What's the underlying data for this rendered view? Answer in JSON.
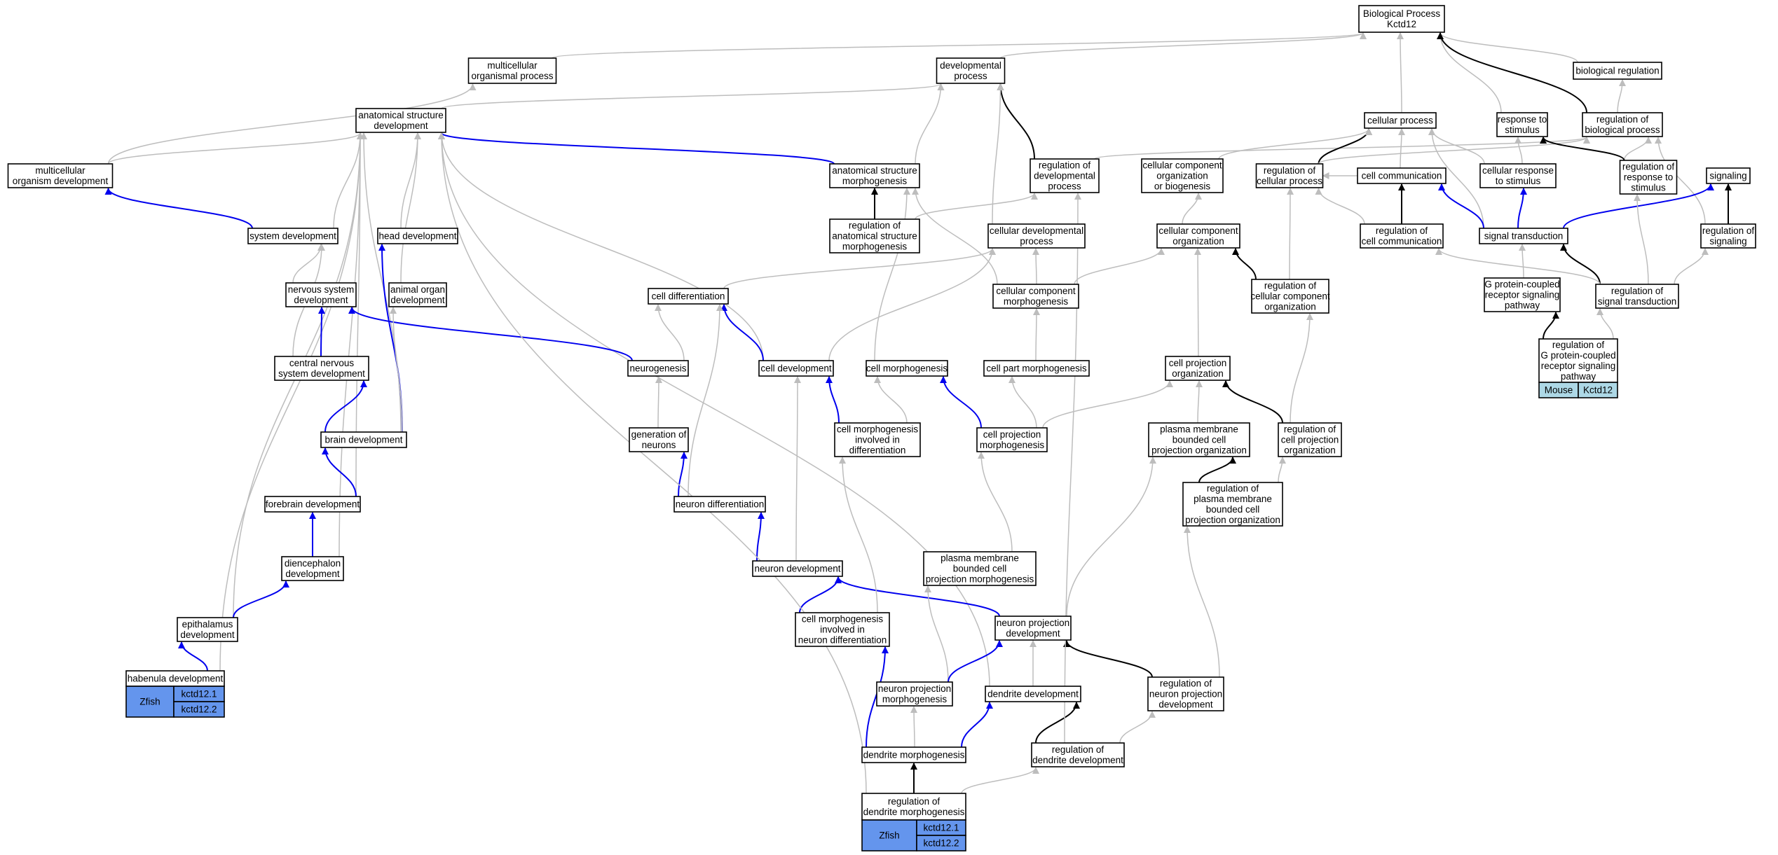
{
  "colors": {
    "gray": "#bdbdbd",
    "black": "#000000",
    "blue": "#0000ee",
    "zfish_fill": "#6495ed",
    "mouse_fill": "#add8e6"
  },
  "nodes": {
    "bp": {
      "lines": [
        "Biological Process",
        "Kctd12"
      ]
    },
    "mop": {
      "lines": [
        "multicellular",
        "organismal process"
      ]
    },
    "devp": {
      "lines": [
        "developmental",
        "process"
      ]
    },
    "breg": {
      "lines": [
        "biological regulation"
      ]
    },
    "asd": {
      "lines": [
        "anatomical structure",
        "development"
      ]
    },
    "cp": {
      "lines": [
        "cellular process"
      ]
    },
    "rts": {
      "lines": [
        "response to",
        "stimulus"
      ]
    },
    "rbp": {
      "lines": [
        "regulation of",
        "biological process"
      ]
    },
    "mod": {
      "lines": [
        "multicellular",
        "organism development"
      ]
    },
    "asm": {
      "lines": [
        "anatomical structure",
        "morphogenesis"
      ]
    },
    "rdp": {
      "lines": [
        "regulation of",
        "developmental",
        "process"
      ]
    },
    "ccob": {
      "lines": [
        "cellular component",
        "organization",
        "or biogenesis"
      ]
    },
    "rcp": {
      "lines": [
        "regulation of",
        "cellular process"
      ]
    },
    "cc": {
      "lines": [
        "cell communication"
      ]
    },
    "crs": {
      "lines": [
        "cellular response",
        "to stimulus"
      ]
    },
    "rrs": {
      "lines": [
        "regulation of",
        "response to",
        "stimulus"
      ]
    },
    "sig": {
      "lines": [
        "signaling"
      ]
    },
    "sd": {
      "lines": [
        "system development"
      ]
    },
    "hd": {
      "lines": [
        "head development"
      ]
    },
    "rasm": {
      "lines": [
        "regulation of",
        "anatomical structure",
        "morphogenesis"
      ]
    },
    "cdp": {
      "lines": [
        "cellular developmental",
        "process"
      ]
    },
    "cco": {
      "lines": [
        "cellular component",
        "organization"
      ]
    },
    "rcc": {
      "lines": [
        "regulation of",
        "cell communication"
      ]
    },
    "st": {
      "lines": [
        "signal transduction"
      ]
    },
    "rsig": {
      "lines": [
        "regulation of",
        "signaling"
      ]
    },
    "nsd": {
      "lines": [
        "nervous system",
        "development"
      ]
    },
    "aod": {
      "lines": [
        "animal organ",
        "development"
      ]
    },
    "cdiff": {
      "lines": [
        "cell differentiation"
      ]
    },
    "ccm": {
      "lines": [
        "cellular component",
        "morphogenesis"
      ]
    },
    "rcco": {
      "lines": [
        "regulation of",
        "cellular component",
        "organization"
      ]
    },
    "gpcr": {
      "lines": [
        "G protein-coupled",
        "receptor signaling",
        "pathway"
      ]
    },
    "rst": {
      "lines": [
        "regulation of",
        "signal transduction"
      ]
    },
    "cnsd": {
      "lines": [
        "central nervous",
        "system development"
      ]
    },
    "neurog": {
      "lines": [
        "neurogenesis"
      ]
    },
    "celld": {
      "lines": [
        "cell development"
      ]
    },
    "cm": {
      "lines": [
        "cell morphogenesis"
      ]
    },
    "cpm": {
      "lines": [
        "cell part morphogenesis"
      ]
    },
    "cpo": {
      "lines": [
        "cell projection",
        "organization"
      ]
    },
    "bd": {
      "lines": [
        "brain development"
      ]
    },
    "gon": {
      "lines": [
        "generation of",
        "neurons"
      ]
    },
    "cmid": {
      "lines": [
        "cell morphogenesis",
        "involved in",
        "differentiation"
      ]
    },
    "cpmorph": {
      "lines": [
        "cell projection",
        "morphogenesis"
      ]
    },
    "pmbcpo": {
      "lines": [
        "plasma membrane",
        "bounded cell",
        "projection organization"
      ]
    },
    "rcpo": {
      "lines": [
        "regulation of",
        "cell projection",
        "organization"
      ]
    },
    "fd": {
      "lines": [
        "forebrain development"
      ]
    },
    "nd": {
      "lines": [
        "neuron differentiation"
      ]
    },
    "rpmbcpo": {
      "lines": [
        "regulation of",
        "plasma membrane",
        "bounded cell",
        "projection organization"
      ]
    },
    "dd": {
      "lines": [
        "diencephalon",
        "development"
      ]
    },
    "ndev": {
      "lines": [
        "neuron development"
      ]
    },
    "pmbcpm": {
      "lines": [
        "plasma membrane",
        "bounded cell",
        "projection morphogenesis"
      ]
    },
    "ed": {
      "lines": [
        "epithalamus",
        "development"
      ]
    },
    "cmind": {
      "lines": [
        "cell morphogenesis",
        "involved in",
        "neuron differentiation"
      ]
    },
    "npd": {
      "lines": [
        "neuron projection",
        "development"
      ]
    },
    "npm": {
      "lines": [
        "neuron projection",
        "morphogenesis"
      ]
    },
    "dendd": {
      "lines": [
        "dendrite development"
      ]
    },
    "rnpd": {
      "lines": [
        "regulation of",
        "neuron projection",
        "development"
      ]
    },
    "dm": {
      "lines": [
        "dendrite morphogenesis"
      ]
    },
    "rdd": {
      "lines": [
        "regulation of",
        "dendrite development"
      ]
    }
  },
  "tables": {
    "hab": {
      "title": "habenula development",
      "species": "Zfish",
      "genes": [
        "kctd12.1",
        "kctd12.2"
      ]
    },
    "rdm": {
      "title_lines": [
        "regulation of",
        "dendrite morphogenesis"
      ],
      "species": "Zfish",
      "genes": [
        "kctd12.1",
        "kctd12.2"
      ]
    },
    "rgpcr": {
      "title_lines": [
        "regulation of",
        "G protein-coupled",
        "receptor signaling",
        "pathway"
      ],
      "species": "Mouse",
      "genes": [
        "Kctd12"
      ]
    }
  },
  "edges": [
    [
      "mop",
      "bp",
      "gray"
    ],
    [
      "devp",
      "bp",
      "gray"
    ],
    [
      "breg",
      "bp",
      "gray"
    ],
    [
      "cp",
      "bp",
      "gray"
    ],
    [
      "rts",
      "bp",
      "gray"
    ],
    [
      "rbp",
      "bp",
      "black"
    ],
    [
      "rbp",
      "breg",
      "gray"
    ],
    [
      "asd",
      "devp",
      "gray"
    ],
    [
      "mod",
      "mop",
      "gray"
    ],
    [
      "asm",
      "devp",
      "gray"
    ],
    [
      "rdp",
      "devp",
      "black"
    ],
    [
      "cdp",
      "devp",
      "gray"
    ],
    [
      "rdp",
      "rbp",
      "gray"
    ],
    [
      "mod",
      "asd",
      "gray"
    ],
    [
      "asm",
      "asd",
      "blue"
    ],
    [
      "sd",
      "asd",
      "gray"
    ],
    [
      "hd",
      "asd",
      "gray"
    ],
    [
      "aod",
      "asd",
      "gray"
    ],
    [
      "celld",
      "asd",
      "gray"
    ],
    [
      "bd",
      "asd",
      "gray"
    ],
    [
      "fd",
      "asd",
      "gray"
    ],
    [
      "ed",
      "asd",
      "gray"
    ],
    [
      "dd",
      "asd",
      "gray"
    ],
    [
      "hab",
      "asd",
      "gray"
    ],
    [
      "dendd",
      "asd",
      "gray"
    ],
    [
      "sd",
      "mod",
      "blue"
    ],
    [
      "rasm",
      "asm",
      "black"
    ],
    [
      "cm",
      "asm",
      "gray"
    ],
    [
      "ccm",
      "asm",
      "gray"
    ],
    [
      "rasm",
      "rdp",
      "gray"
    ],
    [
      "rcp",
      "cp",
      "black"
    ],
    [
      "ccob",
      "cp",
      "gray"
    ],
    [
      "cc",
      "cp",
      "gray"
    ],
    [
      "crs",
      "cp",
      "gray"
    ],
    [
      "st",
      "cp",
      "gray"
    ],
    [
      "rcp",
      "rbp",
      "gray"
    ],
    [
      "rrs",
      "rbp",
      "gray"
    ],
    [
      "rsig",
      "rbp",
      "gray"
    ],
    [
      "crs",
      "rts",
      "gray"
    ],
    [
      "rrs",
      "rts",
      "black"
    ],
    [
      "cc",
      "rcp",
      "gray"
    ],
    [
      "st",
      "cc",
      "blue"
    ],
    [
      "rcc",
      "cc",
      "black"
    ],
    [
      "st",
      "crs",
      "blue"
    ],
    [
      "st",
      "sig",
      "blue"
    ],
    [
      "rsig",
      "sig",
      "black"
    ],
    [
      "rcco",
      "rcp",
      "gray"
    ],
    [
      "rcc",
      "rcp",
      "gray"
    ],
    [
      "cco",
      "ccob",
      "gray"
    ],
    [
      "rcco",
      "cco",
      "black"
    ],
    [
      "ccm",
      "cco",
      "gray"
    ],
    [
      "cpo",
      "cco",
      "gray"
    ],
    [
      "gpcr",
      "st",
      "gray"
    ],
    [
      "rst",
      "st",
      "black"
    ],
    [
      "rst",
      "rcc",
      "gray"
    ],
    [
      "rst",
      "rsig",
      "gray"
    ],
    [
      "rst",
      "rrs",
      "gray"
    ],
    [
      "rgpcr",
      "gpcr",
      "black"
    ],
    [
      "rgpcr",
      "rst",
      "gray"
    ],
    [
      "nsd",
      "sd",
      "gray"
    ],
    [
      "cnsd",
      "sd",
      "gray"
    ],
    [
      "neurog",
      "nsd",
      "blue"
    ],
    [
      "cnsd",
      "nsd",
      "blue"
    ],
    [
      "bd",
      "cnsd",
      "blue"
    ],
    [
      "bd",
      "hd",
      "blue"
    ],
    [
      "bd",
      "aod",
      "gray"
    ],
    [
      "fd",
      "bd",
      "blue"
    ],
    [
      "dd",
      "fd",
      "blue"
    ],
    [
      "ed",
      "dd",
      "blue"
    ],
    [
      "hab",
      "ed",
      "blue"
    ],
    [
      "neurog",
      "cdiff",
      "gray"
    ],
    [
      "celld",
      "cdiff",
      "blue"
    ],
    [
      "nd",
      "cdiff",
      "gray"
    ],
    [
      "cdiff",
      "cdp",
      "gray"
    ],
    [
      "celld",
      "cdp",
      "gray"
    ],
    [
      "ccm",
      "cdp",
      "gray"
    ],
    [
      "cpm",
      "ccm",
      "gray"
    ],
    [
      "cmid",
      "cm",
      "gray"
    ],
    [
      "cpmorph",
      "cm",
      "blue"
    ],
    [
      "cmid",
      "celld",
      "blue"
    ],
    [
      "ndev",
      "celld",
      "gray"
    ],
    [
      "gon",
      "neurog",
      "gray"
    ],
    [
      "nd",
      "gon",
      "blue"
    ],
    [
      "ndev",
      "nd",
      "blue"
    ],
    [
      "cpmorph",
      "cpm",
      "gray"
    ],
    [
      "cpmorph",
      "cpo",
      "gray"
    ],
    [
      "pmbcpo",
      "cpo",
      "gray"
    ],
    [
      "rcpo",
      "cpo",
      "black"
    ],
    [
      "rcpo",
      "rcco",
      "gray"
    ],
    [
      "rpmbcpo",
      "pmbcpo",
      "black"
    ],
    [
      "rpmbcpo",
      "rcpo",
      "gray"
    ],
    [
      "pmbcpm",
      "cpmorph",
      "gray"
    ],
    [
      "npd",
      "ndev",
      "blue"
    ],
    [
      "cmind",
      "ndev",
      "blue"
    ],
    [
      "cmind",
      "cmid",
      "gray"
    ],
    [
      "npd",
      "pmbcpo",
      "gray"
    ],
    [
      "rnpd",
      "rpmbcpo",
      "gray"
    ],
    [
      "npm",
      "pmbcpm",
      "gray"
    ],
    [
      "npm",
      "npd",
      "blue"
    ],
    [
      "dendd",
      "npd",
      "gray"
    ],
    [
      "rnpd",
      "npd",
      "black"
    ],
    [
      "dm",
      "npm",
      "gray"
    ],
    [
      "dm",
      "dendd",
      "blue"
    ],
    [
      "rdd",
      "dendd",
      "black"
    ],
    [
      "dm",
      "cmind",
      "blue"
    ],
    [
      "rdd",
      "rnpd",
      "gray"
    ],
    [
      "rdd",
      "rdp",
      "gray"
    ],
    [
      "rdm",
      "dm",
      "black"
    ],
    [
      "rdm",
      "rdd",
      "gray"
    ],
    [
      "rdm",
      "asd",
      "gray"
    ]
  ]
}
